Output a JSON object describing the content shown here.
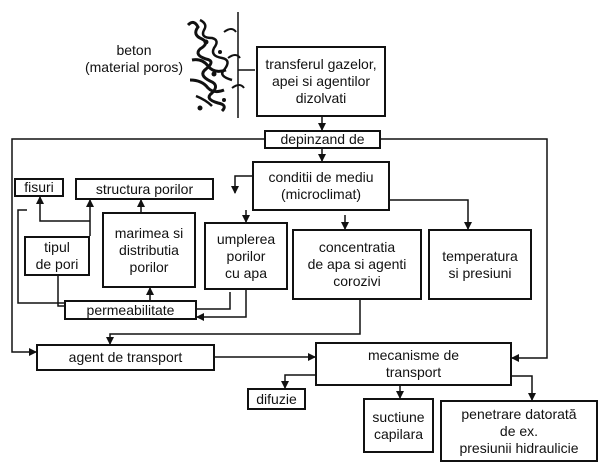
{
  "nodes": {
    "beton": "beton\n(material poros)",
    "transfer": "transferul gazelor,\napei si agentilor\ndizolvati",
    "depinzand": "depinzand de",
    "conditii": "conditii de mediu\n(microclimat)",
    "fisuri": "fisuri",
    "structura": "structura porilor",
    "tipul": "tipul\nde pori",
    "marimea": "marimea si\ndistributia\nporilor",
    "umplerea": "umplerea\nporilor\ncu apa",
    "concentratia": "concentratia\nde apa si agenti\ncorozivi",
    "temperatura": "temperatura\nsi presiuni",
    "permeabilitate": "permeabilitate",
    "agent": "agent de transport",
    "mecanisme": "mecanisme de\ntransport",
    "difuzie": "difuzie",
    "suctiune": "suctiune\ncapilara",
    "penetrare": "penetrare datorată\nde ex.\npresiunii hidraulicie"
  },
  "edge_color": "#111111",
  "background_color": "#ffffff"
}
